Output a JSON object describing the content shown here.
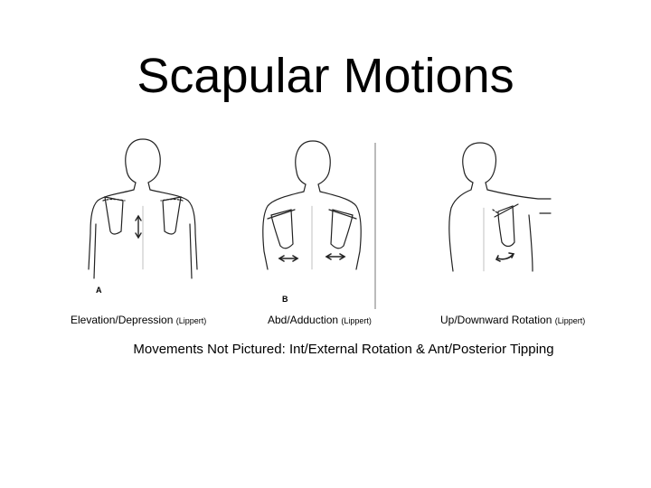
{
  "slide": {
    "title": "Scapular Motions",
    "figures": [
      {
        "letter": "A",
        "caption": "Elevation/Depression",
        "reference": "(Lippert)",
        "icon": "elevation-depression-figure"
      },
      {
        "letter": "B",
        "caption": "Abd/Adduction",
        "reference": "(Lippert)",
        "icon": "abduction-adduction-figure"
      },
      {
        "letter": "",
        "caption": "Up/Downward Rotation",
        "reference": "(Lippert)",
        "icon": "upward-downward-rotation-figure"
      }
    ],
    "note": "Movements Not Pictured: Int/External Rotation & Ant/Posterior Tipping"
  }
}
